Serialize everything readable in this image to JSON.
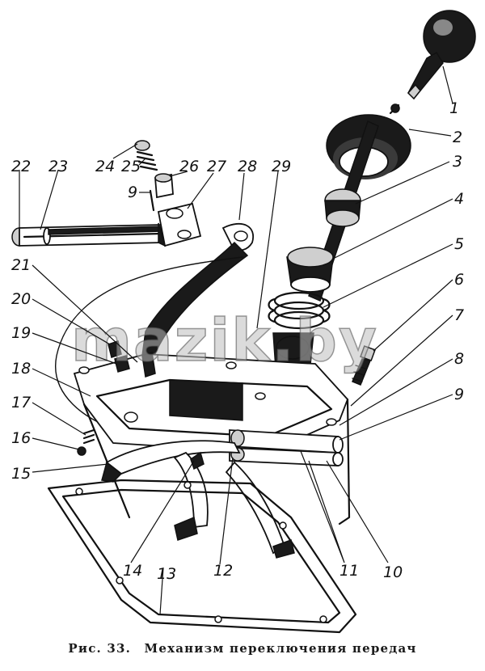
{
  "figure": {
    "caption_prefix": "Рис. 33.",
    "caption_title": "Механизм переключения передач",
    "watermark": "mazik.by",
    "callouts": [
      "1",
      "2",
      "3",
      "4",
      "5",
      "6",
      "7",
      "8",
      "9",
      "10",
      "11",
      "12",
      "13",
      "14",
      "15",
      "16",
      "17",
      "18",
      "19",
      "20",
      "21",
      "22",
      "23",
      "24",
      "25",
      "26",
      "27",
      "28",
      "29",
      "9"
    ]
  }
}
